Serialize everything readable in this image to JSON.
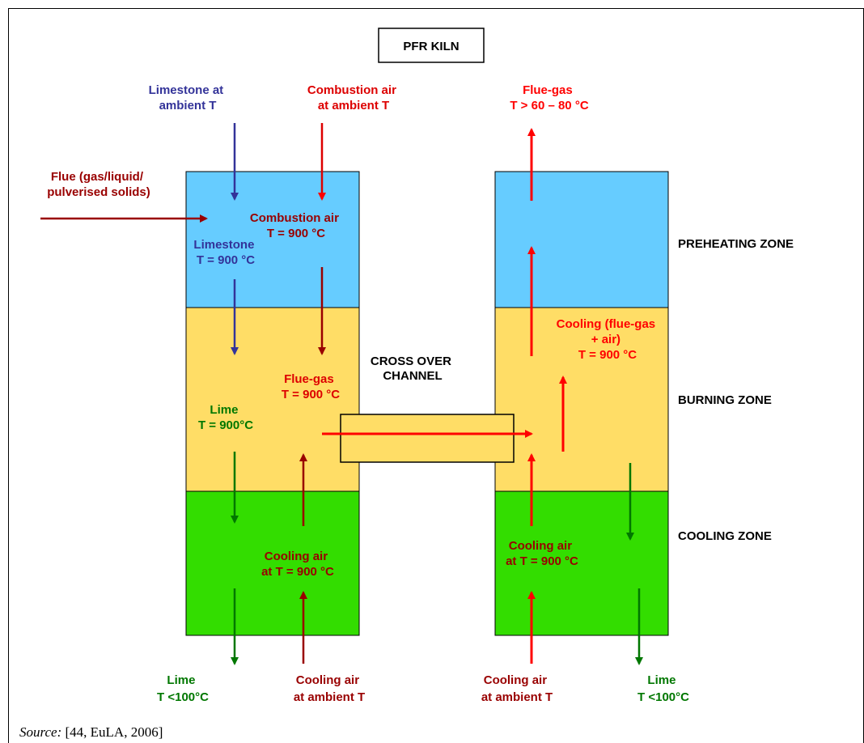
{
  "diagram": {
    "title": "PFR KILN",
    "zones": {
      "preheating": "PREHEATING ZONE",
      "burning": "BURNING ZONE",
      "cooling": "COOLING ZONE"
    },
    "cross_over": [
      "CROSS OVER",
      "CHANNEL"
    ],
    "colors": {
      "preheat": "#66ccff",
      "burn": "#ffdd66",
      "cool": "#33dd00",
      "blue": "#333399",
      "dark_red": "#990000",
      "red": "#ff0000",
      "green": "#007700"
    },
    "labels": {
      "limestone_in": [
        "Limestone at",
        "ambient T"
      ],
      "combustion_in": [
        "Combustion air",
        "at ambient T"
      ],
      "flue_in": [
        "Flue (gas/liquid/",
        "pulverised solids)"
      ],
      "combustion_hot": [
        "Combustion air",
        "T = 900 °C"
      ],
      "limestone_hot": [
        "Limestone",
        "T = 900 °C"
      ],
      "flue_gas_left": [
        "Flue-gas",
        "T = 900 °C"
      ],
      "lime_hot": [
        "Lime",
        "T = 900°C"
      ],
      "cooling_air_left": [
        "Cooling air",
        "at T = 900 °C"
      ],
      "lime_out_left": [
        "Lime",
        "T <100°C"
      ],
      "cooling_in_left": [
        "Cooling air",
        "at ambient T"
      ],
      "flue_gas_out": [
        "Flue-gas",
        "T > 60 – 80 °C"
      ],
      "cooling_right": [
        "Cooling (flue-gas",
        "+ air)",
        "T = 900 °C"
      ],
      "cooling_air_right": [
        "Cooling air",
        "at T = 900 °C"
      ],
      "cooling_in_right": [
        "Cooling air",
        "at ambient T"
      ],
      "lime_out_right": [
        "Lime",
        "T <100°C"
      ]
    }
  },
  "source": {
    "prefix": "Source:",
    "text": " [44, EuLA, 2006]"
  }
}
